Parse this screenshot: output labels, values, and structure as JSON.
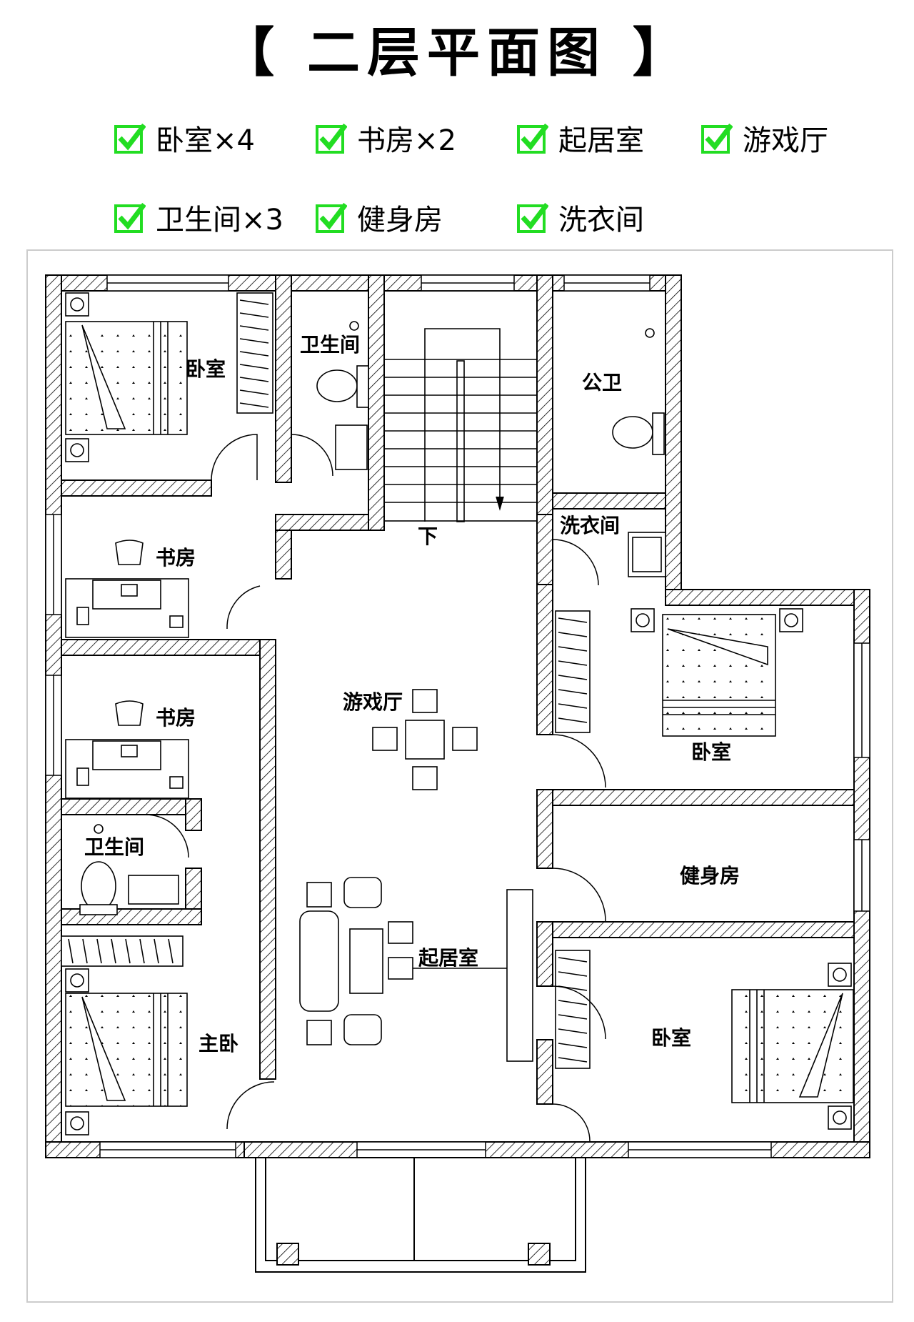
{
  "title": "【 二层平面图 】",
  "features": [
    {
      "icon": "checkmark-icon",
      "label": "卧室×4"
    },
    {
      "icon": "checkmark-icon",
      "label": "书房×2"
    },
    {
      "icon": "checkmark-icon",
      "label": "起居室"
    },
    {
      "icon": "checkmark-icon",
      "label": "游戏厅"
    },
    {
      "icon": "checkmark-icon",
      "label": "卫生间×3"
    },
    {
      "icon": "checkmark-icon",
      "label": "健身房"
    },
    {
      "icon": "checkmark-icon",
      "label": "洗衣间"
    }
  ],
  "rooms": {
    "bedroom_nw": "卧室",
    "bath_n": "卫生间",
    "public_bath": "公卫",
    "laundry": "洗衣间",
    "stair_down": "下",
    "study_1": "书房",
    "study_2": "书房",
    "bedroom_e": "卧室",
    "game_hall": "游戏厅",
    "bath_w": "卫生间",
    "gym": "健身房",
    "living": "起居室",
    "master": "主卧",
    "bedroom_se": "卧室"
  },
  "colors": {
    "check_green": "#22dd22",
    "line": "#000000",
    "border": "#cccccc"
  }
}
